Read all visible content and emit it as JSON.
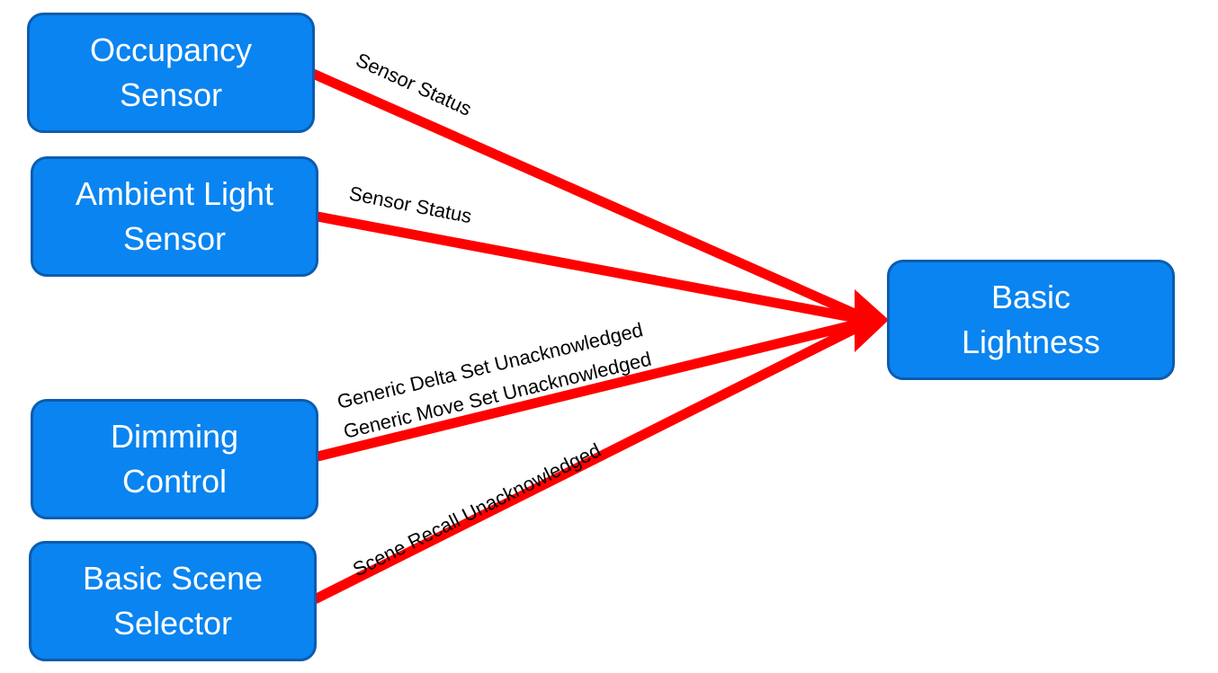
{
  "nodes": {
    "occupancy_sensor": {
      "line1": "Occupancy",
      "line2": "Sensor"
    },
    "ambient_light_sensor": {
      "line1": "Ambient Light",
      "line2": "Sensor"
    },
    "dimming_control": {
      "line1": "Dimming",
      "line2": "Control"
    },
    "basic_scene_selector": {
      "line1": "Basic Scene",
      "line2": "Selector"
    },
    "basic_lightness": {
      "line1": "Basic",
      "line2": "Lightness"
    }
  },
  "edges": {
    "occupancy_to_lightness": {
      "label": "Sensor Status"
    },
    "ambient_to_lightness": {
      "label": "Sensor Status"
    },
    "dimming_to_lightness": {
      "label_1": "Generic Delta Set Unacknowledged",
      "label_2": "Generic Move Set Unacknowledged"
    },
    "scene_to_lightness": {
      "label": "Scene Recall Unacknowledged"
    }
  },
  "colors": {
    "node_fill": "#0a84f0",
    "node_border": "#0b5cb0",
    "node_text": "#ffffff",
    "edge": "#ff0000",
    "edge_label": "#000000"
  }
}
